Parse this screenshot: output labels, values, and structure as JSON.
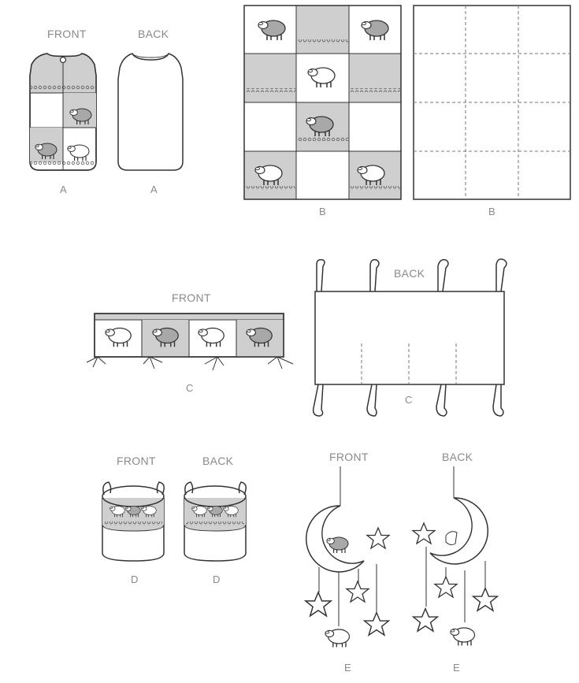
{
  "labels": {
    "a_front": "FRONT",
    "a_back": "BACK",
    "a_left": "A",
    "a_right": "A",
    "b_left": "B",
    "b_right": "B",
    "c_front": "FRONT",
    "c_back": "BACK",
    "c_left": "C",
    "c_right": "C",
    "d_front": "FRONT",
    "d_back": "BACK",
    "d_left": "D",
    "d_right": "D",
    "e_front": "FRONT",
    "e_back": "BACK",
    "e_left": "E",
    "e_right": "E"
  },
  "colors": {
    "line": "#333333",
    "fabric_grey": "#cfcfcf",
    "sheep_grey": "#a8a8a8",
    "label": "#8a8a8a"
  }
}
